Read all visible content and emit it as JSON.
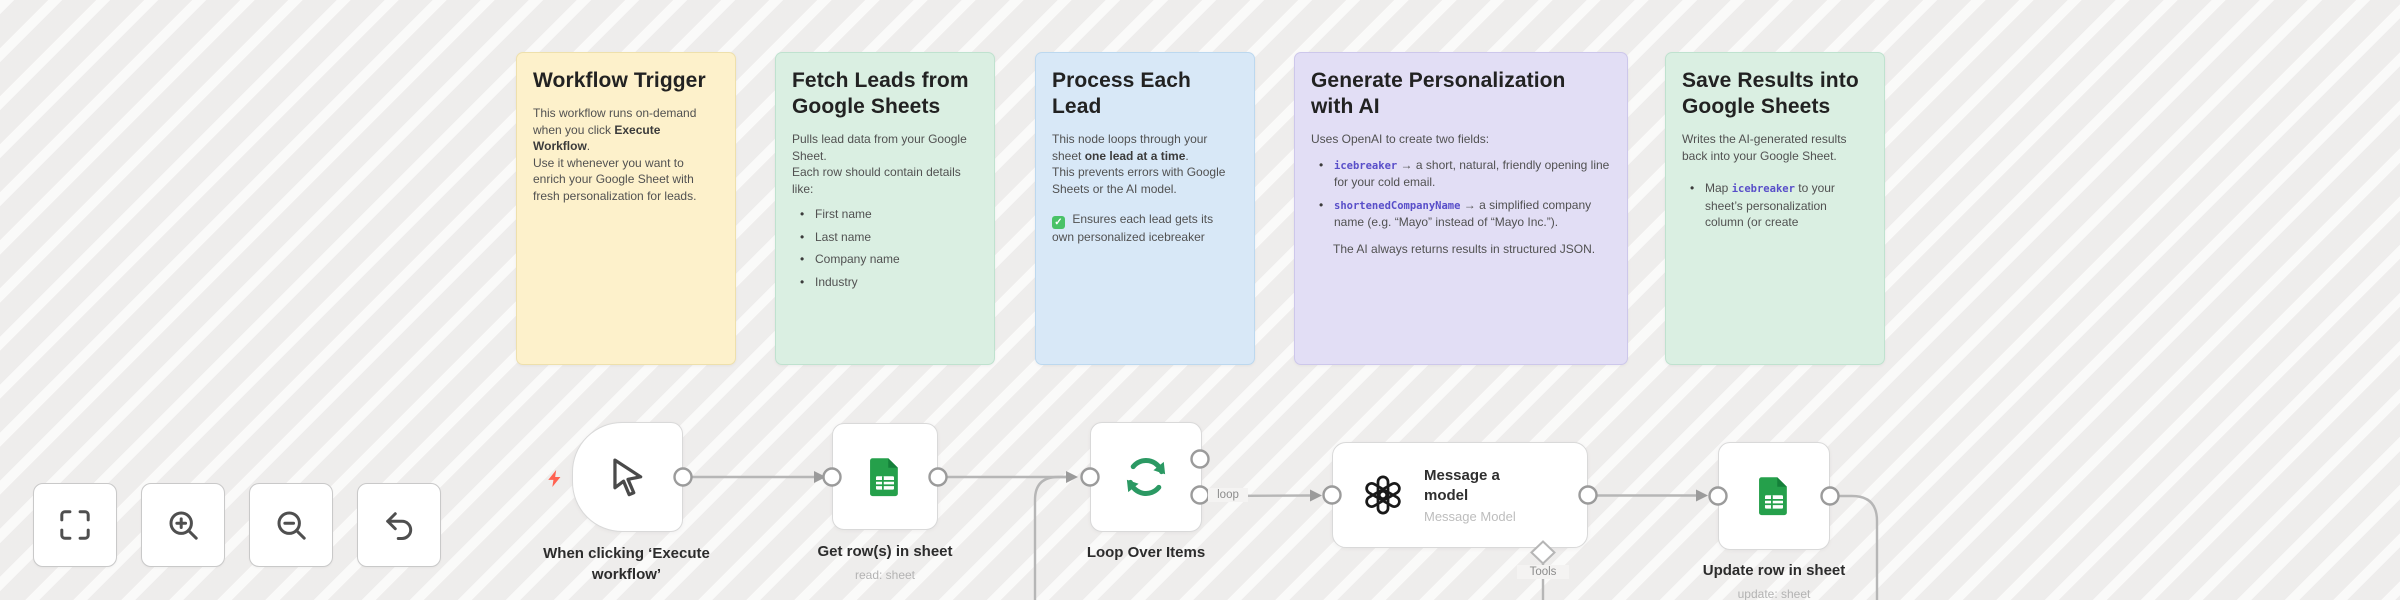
{
  "app": {
    "name": "n8n workflow canvas"
  },
  "colors": {
    "canvas": "#f4f3f2",
    "note_yellow": "#fdf1cb",
    "note_green": "#daefe2",
    "note_blue": "#d8e8f7",
    "note_purple": "#e2def5",
    "sheets_green": "#25a04b",
    "sheets_green_dark": "#15803a",
    "loop_green": "#2b9963",
    "openai_black": "#191919",
    "bolt_red": "#ff6150",
    "edge_gray": "#b6b6b6",
    "code_purple": "#584ec9"
  },
  "notes": [
    {
      "id": "workflow-trigger",
      "color": "yellow",
      "title": "Workflow Trigger",
      "body": [
        {
          "type": "p",
          "spans": [
            {
              "t": "This workflow runs on-demand when you click "
            },
            {
              "t": "Execute Workflow",
              "b": true
            },
            {
              "t": "."
            }
          ]
        },
        {
          "type": "p",
          "spans": [
            {
              "t": "Use it whenever you want to enrich your Google Sheet with fresh personalization for leads."
            }
          ]
        }
      ]
    },
    {
      "id": "fetch-leads",
      "color": "green",
      "title": "Fetch Leads from Google Sheets",
      "body": [
        {
          "type": "p",
          "spans": [
            {
              "t": "Pulls lead data from your Google Sheet."
            }
          ]
        },
        {
          "type": "p",
          "spans": [
            {
              "t": "Each row should contain details like:"
            }
          ]
        },
        {
          "type": "bullets",
          "items": [
            [
              {
                "t": "First name"
              }
            ],
            [
              {
                "t": "Last name"
              }
            ],
            [
              {
                "t": "Company name"
              }
            ],
            [
              {
                "t": "Industry"
              }
            ]
          ]
        }
      ]
    },
    {
      "id": "process-each-lead",
      "color": "blue",
      "title": "Process Each Lead",
      "body": [
        {
          "type": "p",
          "spans": [
            {
              "t": "This node loops through your sheet "
            },
            {
              "t": "one lead at a time",
              "b": true
            },
            {
              "t": "."
            }
          ]
        },
        {
          "type": "p",
          "spans": [
            {
              "t": "This prevents errors with Google Sheets or the AI model."
            }
          ]
        },
        {
          "type": "p",
          "gap": true,
          "spans": [
            {
              "icon": "check"
            },
            {
              "t": " Ensures each lead gets its own personalized icebreaker"
            }
          ]
        }
      ]
    },
    {
      "id": "generate-personalization",
      "color": "purple",
      "title": "Generate Personalization with AI",
      "body": [
        {
          "type": "p",
          "spans": [
            {
              "t": "Uses OpenAI to create two fields:"
            }
          ]
        },
        {
          "type": "bullets",
          "items": [
            [
              {
                "t": "icebreaker",
                "code": true
              },
              {
                "t": " → a short, natural, friendly opening line for your cold email."
              }
            ],
            [
              {
                "t": "shortenedCompanyName",
                "code": true
              },
              {
                "t": " → a simplified company name (e.g. “Mayo” instead of “Mayo Inc.”)."
              }
            ]
          ]
        },
        {
          "type": "p",
          "indent": true,
          "gap": true,
          "spans": [
            {
              "t": "The AI always returns results in structured JSON."
            }
          ]
        }
      ]
    },
    {
      "id": "save-results",
      "color": "green",
      "title": "Save Results into Google Sheets",
      "body": [
        {
          "type": "p",
          "spans": [
            {
              "t": "Writes the AI-generated results back into your Google Sheet."
            }
          ]
        },
        {
          "type": "bullets",
          "gap": true,
          "items": [
            [
              {
                "t": "Map "
              },
              {
                "t": "icebreaker",
                "code": true
              },
              {
                "t": " to your sheet’s personalization column (or create"
              }
            ]
          ]
        }
      ]
    }
  ],
  "nodes": [
    {
      "id": "when-clicking-execute-workflow",
      "label": "When clicking ‘Execute workflow’",
      "subtitle": "",
      "type": "manual-trigger"
    },
    {
      "id": "get-rows-in-sheet",
      "label": "Get row(s) in sheet",
      "subtitle": "read: sheet",
      "type": "google-sheets"
    },
    {
      "id": "loop-over-items",
      "label": "Loop Over Items",
      "subtitle": "",
      "type": "split-in-batches"
    },
    {
      "id": "message-a-model",
      "label": "Message a model",
      "subtitle": "Message Model",
      "type": "openai"
    },
    {
      "id": "update-row-in-sheet",
      "label": "Update row in sheet",
      "subtitle": "update: sheet",
      "type": "google-sheets"
    }
  ],
  "edge_labels": {
    "loop": "loop",
    "tools": "Tools"
  },
  "controls": [
    {
      "id": "fit-view",
      "icon": "fit-view-icon"
    },
    {
      "id": "zoom-in",
      "icon": "zoom-in-icon"
    },
    {
      "id": "zoom-out",
      "icon": "zoom-out-icon"
    },
    {
      "id": "undo",
      "icon": "undo-icon"
    }
  ]
}
